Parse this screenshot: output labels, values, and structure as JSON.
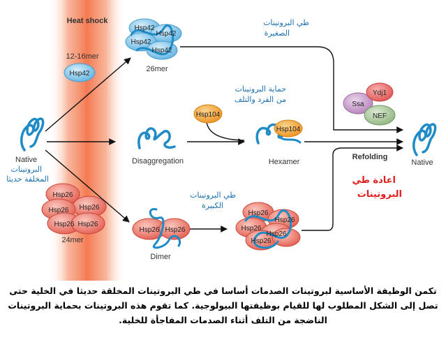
{
  "labels": {
    "heat_shock": "Heat shock",
    "native_left": "Native",
    "native_left_ar_1": "البروتينات",
    "native_left_ar_2": "المخلقة حديثا",
    "mer_12_16": "12-16mer",
    "mer_26": "26mer",
    "mer_24": "24mer",
    "small_fold_ar_1": "طي البروتينات",
    "small_fold_ar_2": "الصغيرة",
    "protect_ar_1": "حماية البروتينات",
    "protect_ar_2": "من القرد والتلف",
    "disaggregation": "Disaggregation",
    "hexamer": "Hexamer",
    "large_fold_ar_1": "طي البروتينات",
    "large_fold_ar_2": "الكبيرة",
    "dimer": "Dimer",
    "refolding": "Refolding",
    "refold_ar_1": "اعادة طي",
    "refold_ar_2": "البروتينات",
    "native_right": "Native"
  },
  "proteins": {
    "hsp42": "Hsp42",
    "hsp26": "Hsp26",
    "hsp104": "Hsp104",
    "ssa": "Ssa",
    "ydj1": "Ydj1",
    "nef": "NEF"
  },
  "caption": "تكمن الوظيفة الأساسية لبروتينات الصدمات أساسا في طي البروتينات المخلقة حديثا في الخلية حتى تصل إلى الشكل المطلوب لها للقيام بوظيفتها البيولوجية. كما تقوم هذه البروتينات بحماية البروتينات الناضجة من التلف أثناء الصدمات المفاجأة للخلية.",
  "colors": {
    "hsp42": "#7ec4ea",
    "hsp26": "#ee7a6e",
    "hsp104": "#f4a43a",
    "ssa": "#c79ccb",
    "ydj1": "#ec6d6d",
    "nef": "#a8c79a",
    "protein_chain": "#1f8bc7",
    "heat_band": "#f47a52",
    "arabic_blue": "#1a6fb0",
    "arabic_red": "#e21b1b"
  }
}
